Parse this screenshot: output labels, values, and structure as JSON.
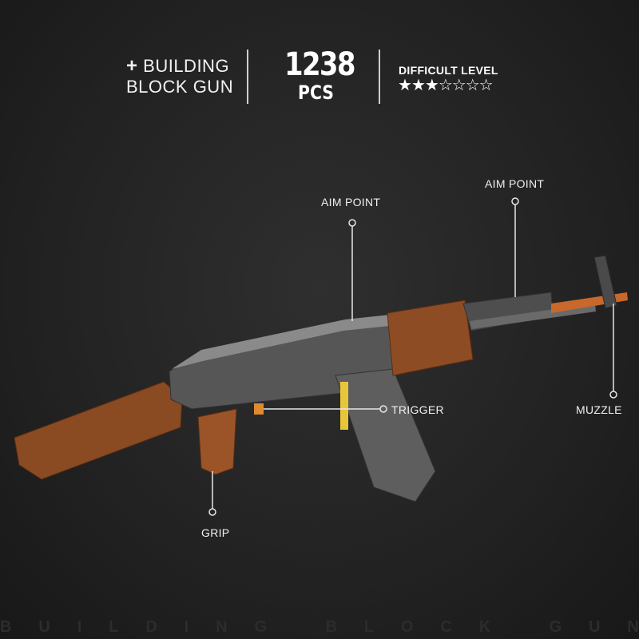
{
  "header": {
    "plus_icon": "plus-icon",
    "title_line1": "BUILDING",
    "title_line2": "BLOCK GUN",
    "piece_count": "1238",
    "piece_unit": "PCS",
    "difficulty_label": "DIFFICULT LEVEL",
    "difficulty_rating": 3,
    "difficulty_max": 7
  },
  "callouts": {
    "aim_point_rear": "AIM POINT",
    "aim_point_front": "AIM POINT",
    "trigger": "TRIGGER",
    "muzzle": "MUZZLE",
    "grip": "GRIP"
  },
  "footer": {
    "watermark": "BUILDING BLOCK GUN"
  },
  "colors": {
    "background": "#1f1f1f",
    "wood": "#8a4a22",
    "metal": "#5a5a5a",
    "muzzle": "#c8682a"
  }
}
